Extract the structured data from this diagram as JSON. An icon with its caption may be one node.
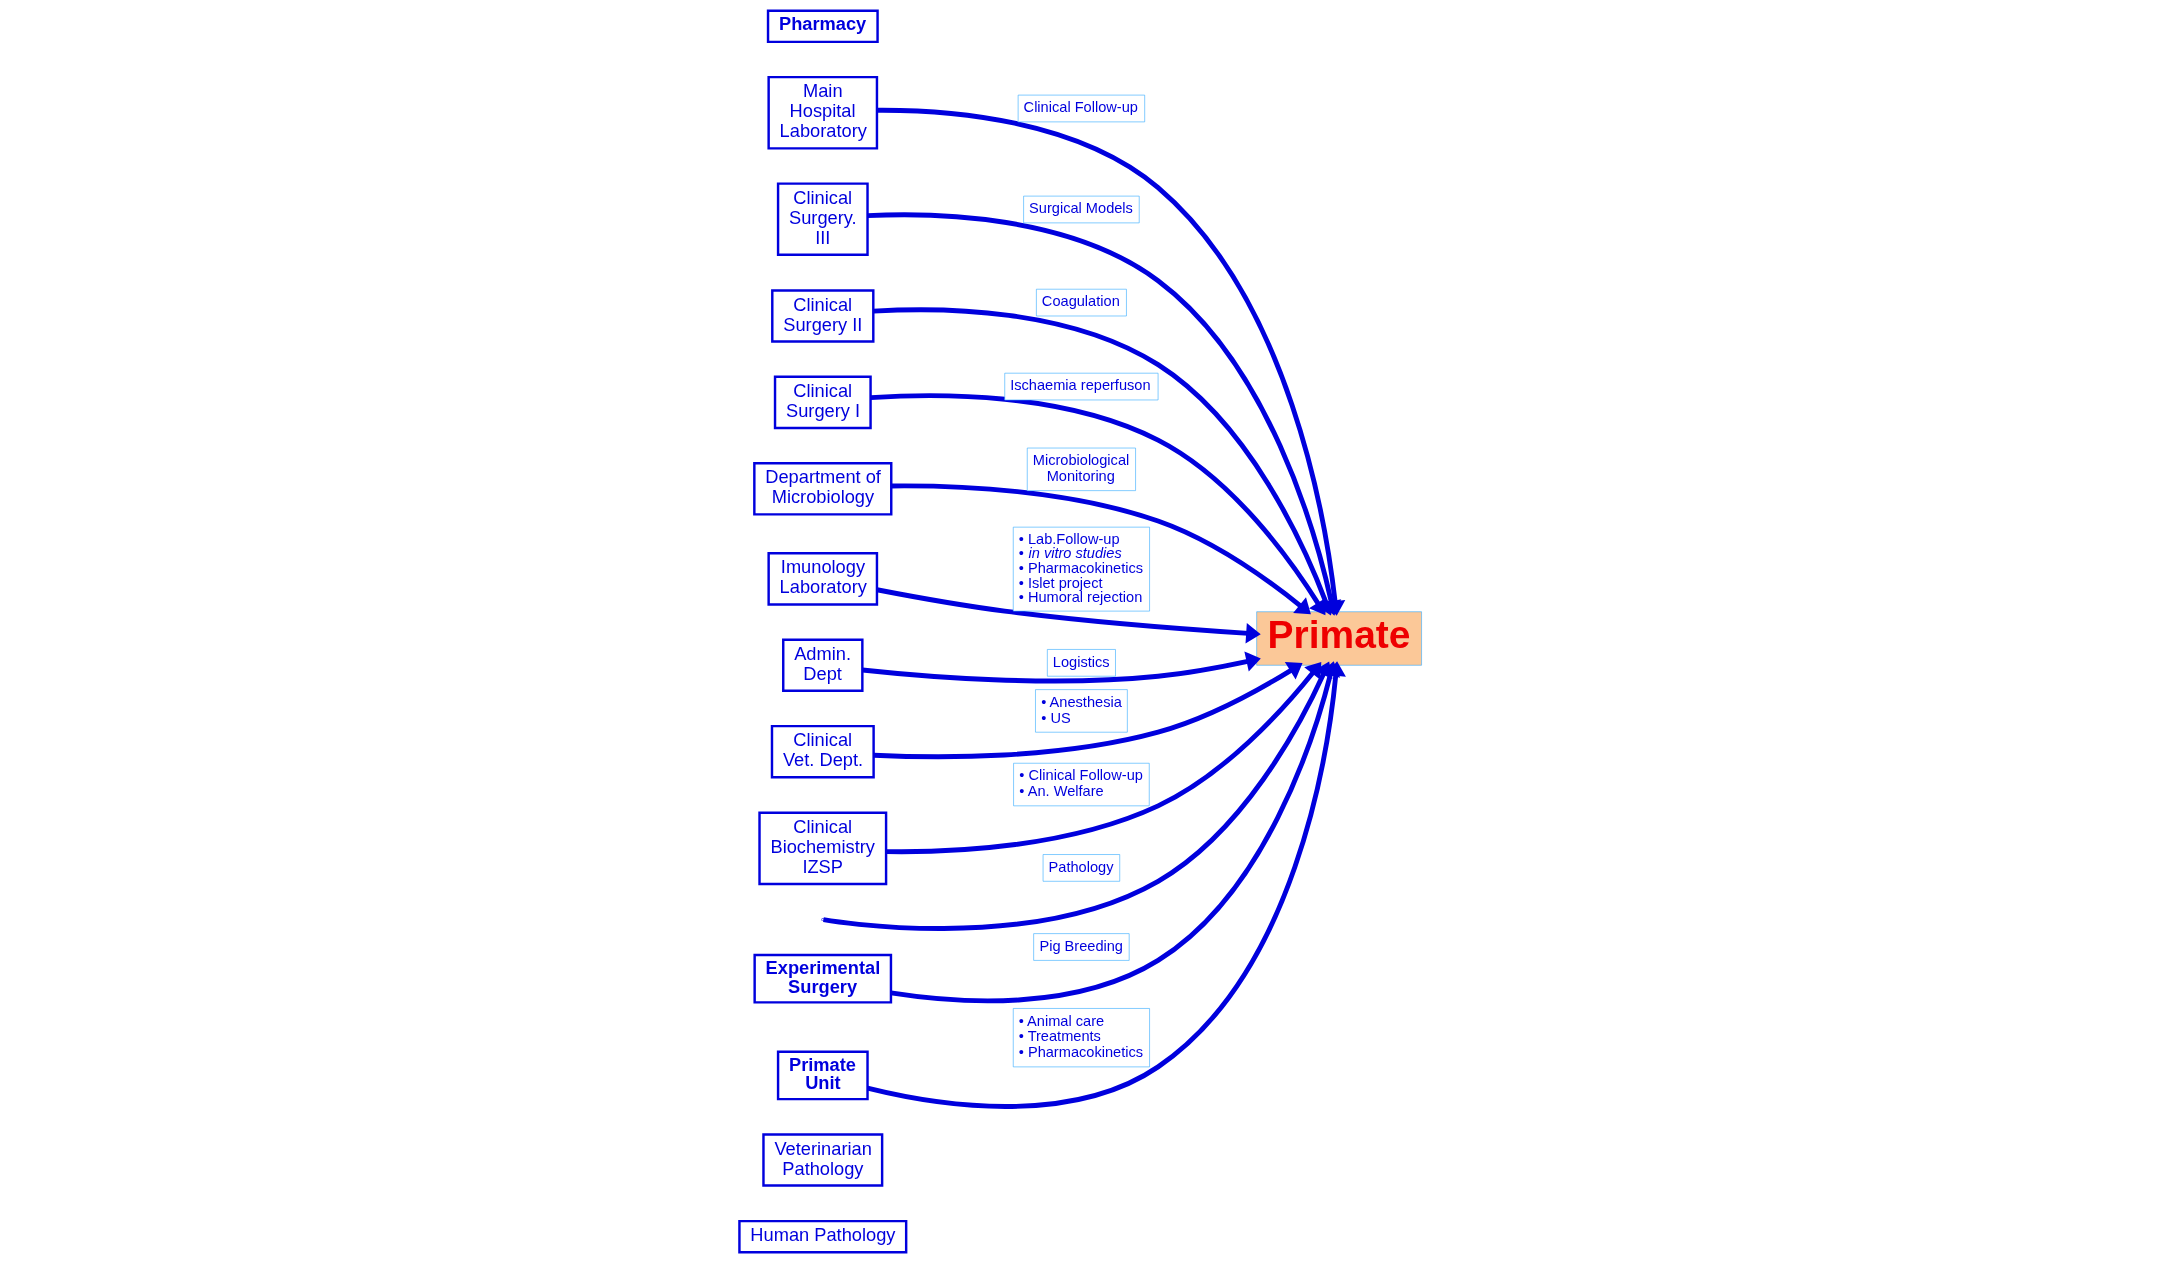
{
  "diagram": {
    "nodes": [
      {
        "text": [
          "Main Hospital Laboratory"
        ]
      },
      {
        "text": [
          "Pharmacy"
        ]
      },
      {
        "text": [
          "Primate Unit"
        ]
      },
      {
        "text": [
          "Experimental Surgery"
        ]
      },
      {
        "text": [
          "Human Pathology"
        ]
      },
      {
        "text": [
          "Clinical Surgery. III"
        ]
      },
      {
        "text": [
          "Veterinarian Pathology"
        ]
      },
      {
        "text": [
          "Primate"
        ]
      },
      {
        "text": [
          "Clinical Surgery II"
        ]
      },
      {
        "text": [
          "Clinical Biochemistry IZSP"
        ]
      },
      {
        "text": [
          "Clinical Surgery I"
        ]
      },
      {
        "text": [
          "Clinical Vet. Dept."
        ]
      },
      {
        "text": [
          "Department of Microbiology"
        ]
      },
      {
        "text": [
          "Imunology Laboratory"
        ]
      },
      {
        "text": [
          "Admin. Dept"
        ]
      }
    ],
    "edges": [
      {
        "from": 0,
        "to": 7,
        "arrow": "to",
        "label": "Clinical Follow-up"
      },
      {
        "from": 5,
        "to": 7,
        "arrow": "to",
        "label": "Surgical Models"
      },
      {
        "from": 8,
        "to": 7,
        "arrow": "to",
        "label": "Coagulation"
      },
      {
        "from": 10,
        "to": 7,
        "arrow": "to",
        "label": "Ischaemia reperfuson"
      },
      {
        "from": 12,
        "to": 7,
        "arrow": "to",
        "label": "Microbiological Monitoring"
      },
      {
        "from": 2,
        "to": 7,
        "arrow": "to",
        "label": "• Animal care • Treatments • Pharmacokinetics"
      },
      {
        "from": 3,
        "to": 7,
        "arrow": "to",
        "label": "Pig Breeding"
      },
      {
        "from": null,
        "to": 7,
        "arrow": "to",
        "label": "Pathology"
      },
      {
        "from": 9,
        "to": 7,
        "arrow": "to",
        "label": "• Clinical Follow-up • An. Welfare"
      },
      {
        "from": 11,
        "to": 7,
        "arrow": "to",
        "label": "• Anesthesia • US"
      },
      {
        "from": 14,
        "to": 7,
        "arrow": "to",
        "label": "Logistics"
      },
      {
        "from": 13,
        "to": 7,
        "arrow": "to",
        "label": "• Lab.Follow-up • *in vitro studies* • Pharmacokinetics • Islet project • Humoral rejection"
      }
    ]
  }
}
